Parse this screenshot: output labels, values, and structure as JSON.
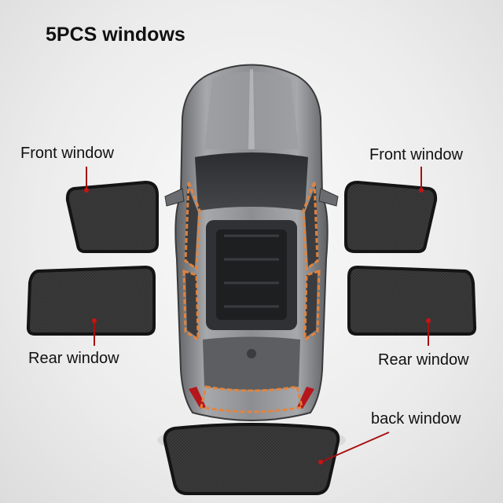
{
  "title": "5PCS windows",
  "labels": {
    "front_left": "Front window",
    "front_right": "Front window",
    "rear_left": "Rear window",
    "rear_right": "Rear window",
    "back": "back window"
  },
  "colors": {
    "shade_fill": "#3a3a3a",
    "shade_border": "#161616",
    "pointer": "#b01010",
    "magnet": "#e07a2a",
    "car_body": "#7d7f82"
  }
}
